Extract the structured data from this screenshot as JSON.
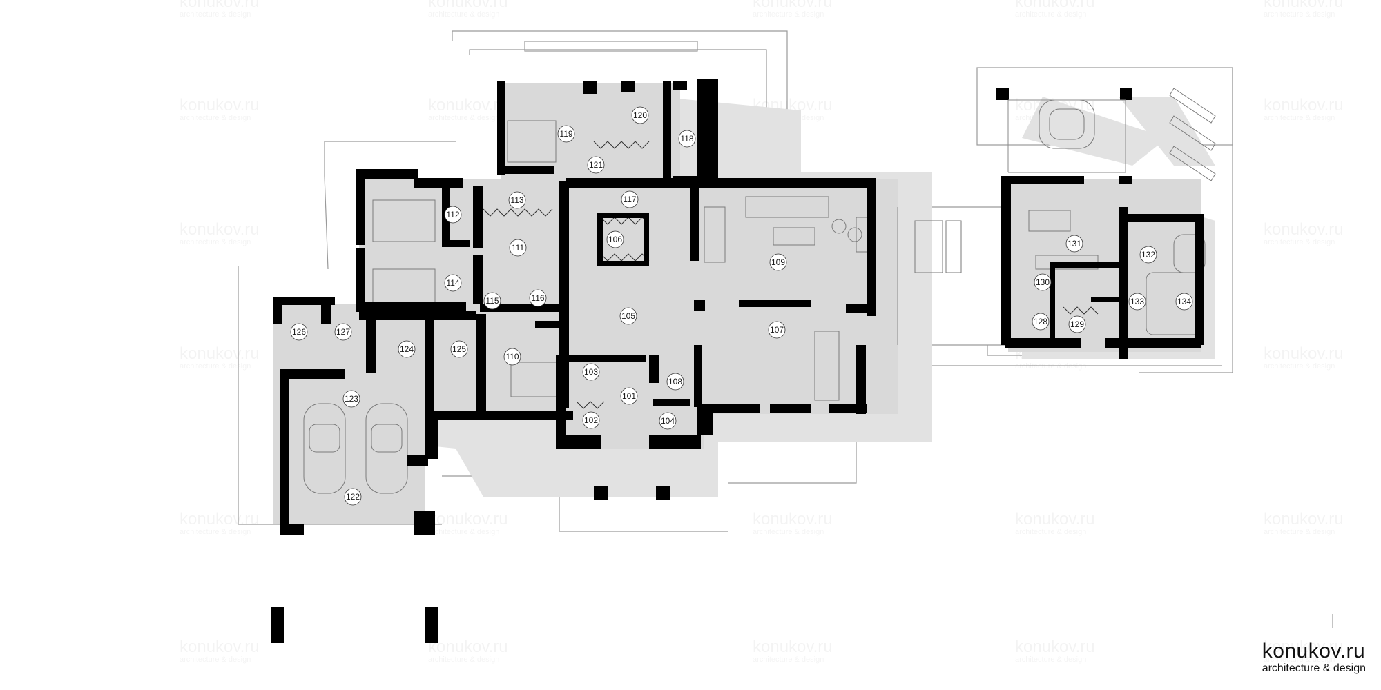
{
  "brand": {
    "name": "konukov.ru",
    "tagline": "architecture & design"
  },
  "watermark": {
    "name": "konukov.ru",
    "tagline": "architecture & design"
  },
  "colors": {
    "wall": "#000000",
    "shadow": "#e2e2e2",
    "room_fill": "#d9d9d9",
    "line": "#8a8a8a",
    "background": "#ffffff"
  },
  "rooms": [
    {
      "id": "101",
      "label": "101"
    },
    {
      "id": "102",
      "label": "102"
    },
    {
      "id": "103",
      "label": "103"
    },
    {
      "id": "104",
      "label": "104"
    },
    {
      "id": "105",
      "label": "105"
    },
    {
      "id": "106",
      "label": "106"
    },
    {
      "id": "107",
      "label": "107"
    },
    {
      "id": "108",
      "label": "108"
    },
    {
      "id": "109",
      "label": "109"
    },
    {
      "id": "110",
      "label": "110"
    },
    {
      "id": "111",
      "label": "111"
    },
    {
      "id": "112",
      "label": "112"
    },
    {
      "id": "113",
      "label": "113"
    },
    {
      "id": "114",
      "label": "114"
    },
    {
      "id": "115",
      "label": "115"
    },
    {
      "id": "116",
      "label": "116"
    },
    {
      "id": "117",
      "label": "117"
    },
    {
      "id": "118",
      "label": "118"
    },
    {
      "id": "119",
      "label": "119"
    },
    {
      "id": "120",
      "label": "120"
    },
    {
      "id": "121",
      "label": "121"
    },
    {
      "id": "122",
      "label": "122"
    },
    {
      "id": "123",
      "label": "123"
    },
    {
      "id": "124",
      "label": "124"
    },
    {
      "id": "125",
      "label": "125"
    },
    {
      "id": "126",
      "label": "126"
    },
    {
      "id": "127",
      "label": "127"
    },
    {
      "id": "128",
      "label": "128"
    },
    {
      "id": "129",
      "label": "129"
    },
    {
      "id": "130",
      "label": "130"
    },
    {
      "id": "131",
      "label": "131"
    },
    {
      "id": "132",
      "label": "132"
    },
    {
      "id": "133",
      "label": "133"
    },
    {
      "id": "134",
      "label": "134"
    }
  ]
}
